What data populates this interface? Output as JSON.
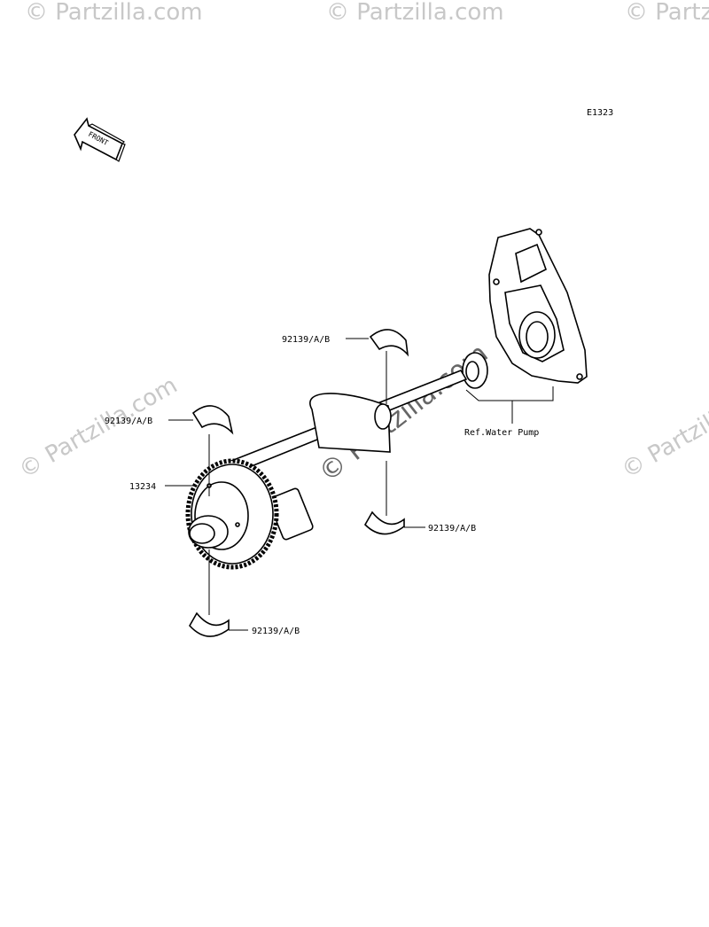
{
  "diagram": {
    "code": "E1323",
    "front_label": "FRONT",
    "watermark": "© Partzilla.com",
    "callouts": {
      "bearing_top": "92139/A/B",
      "bearing_left": "92139/A/B",
      "gear": "13234",
      "bearing_right": "92139/A/B",
      "bearing_bottom": "92139/A/B",
      "water_pump": "Ref.Water Pump"
    }
  }
}
